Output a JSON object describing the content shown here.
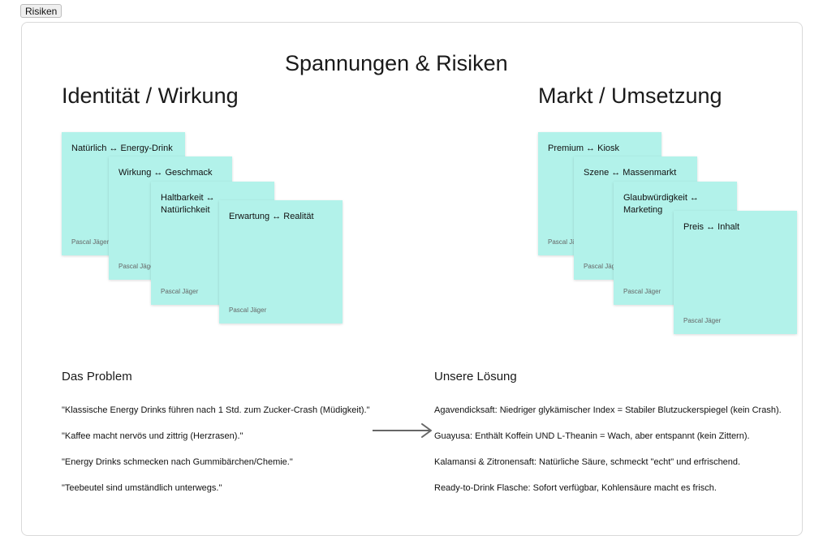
{
  "tab": {
    "label": "Risiken"
  },
  "board": {
    "title": "Spannungen & Risiken",
    "left": {
      "heading": "Identität / Wirkung",
      "notes": [
        {
          "text": "Natürlich ↔ Energy-Drink",
          "author": "Pascal Jäger"
        },
        {
          "text": "Wirkung ↔ Geschmack",
          "author": "Pascal Jäger"
        },
        {
          "text": "Haltbarkeit ↔ Natürlichkeit",
          "author": "Pascal Jäger"
        },
        {
          "text": "Erwartung ↔ Realität",
          "author": "Pascal Jäger"
        }
      ]
    },
    "right": {
      "heading": "Markt / Umsetzung",
      "notes": [
        {
          "text": "Premium ↔ Kiosk",
          "author": "Pascal Jäger"
        },
        {
          "text": "Szene ↔ Massenmarkt",
          "author": "Pascal Jäger"
        },
        {
          "text": "Glaubwürdigkeit ↔ Marketing",
          "author": "Pascal Jäger"
        },
        {
          "text": "Preis ↔ Inhalt",
          "author": "Pascal Jäger"
        }
      ]
    },
    "problem": {
      "heading": "Das Problem",
      "lines": [
        "\"Klassische Energy Drinks führen nach 1 Std. zum Zucker-Crash (Müdigkeit).\"",
        "\"Kaffee macht nervös und zittrig (Herzrasen).\"",
        "\"Energy Drinks schmecken nach Gummibärchen/Chemie.\"",
        "\"Teebeutel sind umständlich unterwegs.\""
      ]
    },
    "solution": {
      "heading": "Unsere Lösung",
      "lines": [
        "Agavendicksaft: Niedriger glykämischer Index = Stabiler Blutzuckerspiegel (kein Crash).",
        "Guayusa: Enthält Koffein UND L-Theanin = Wach, aber entspannt (kein Zittern).",
        "Kalamansi & Zitronensaft: Natürliche Säure, schmeckt \"echt\" und erfrischend.",
        "Ready-to-Drink Flasche: Sofort verfügbar, Kohlensäure macht es frisch."
      ]
    },
    "colors": {
      "note": "#b2f2ea",
      "arrow": "#666666"
    },
    "icons": {
      "arrow": "arrow-right-icon"
    }
  }
}
